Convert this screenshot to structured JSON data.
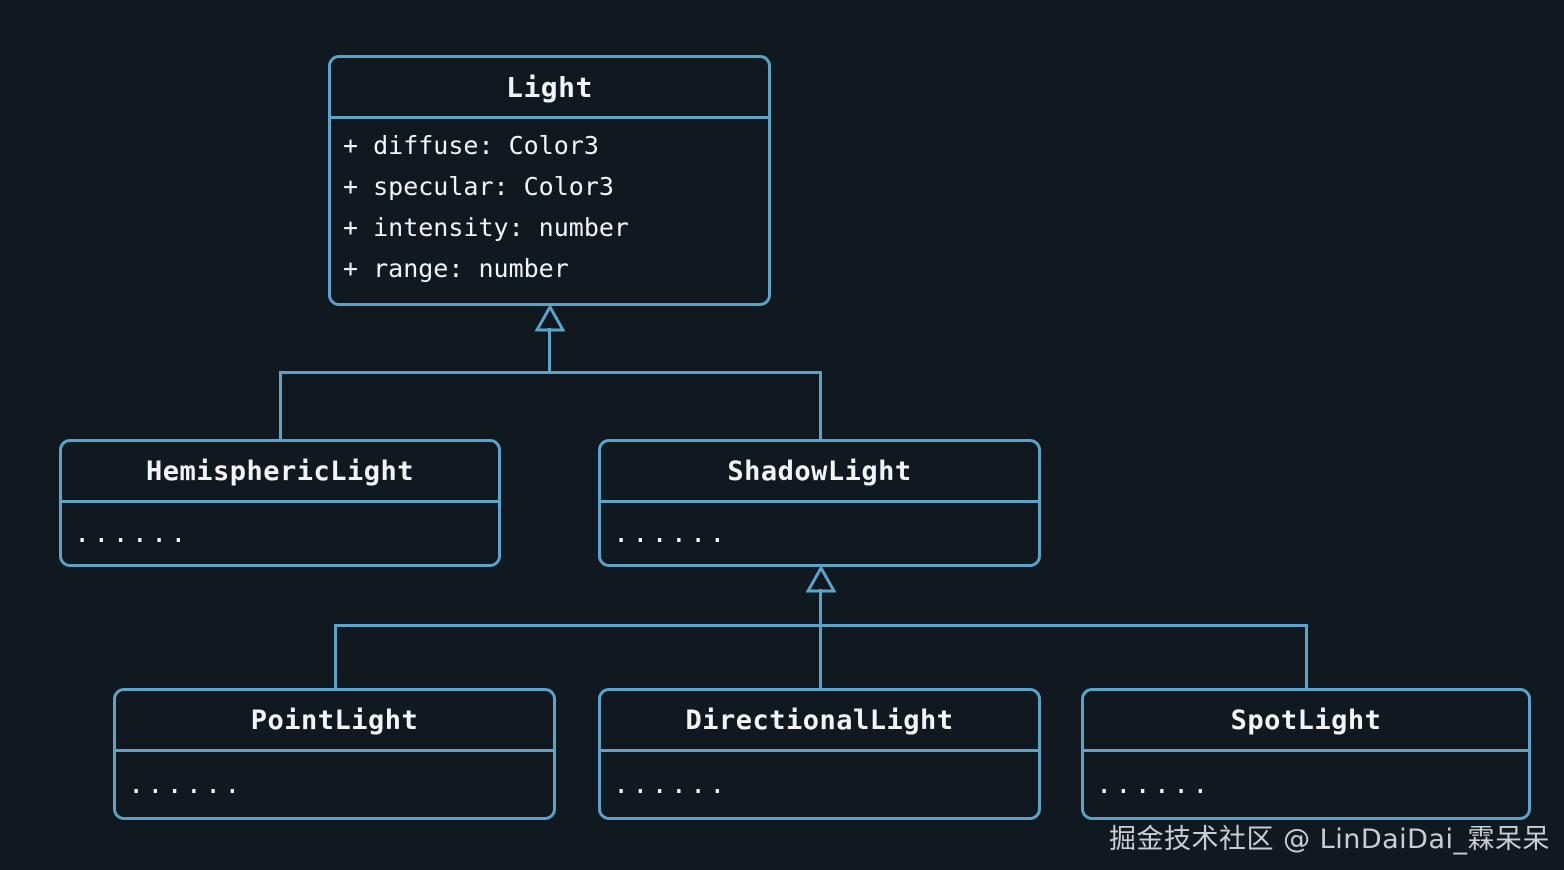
{
  "diagram": {
    "title_class": "Light",
    "type": "uml-class-diagram",
    "background_color": "#101820",
    "border_color": "#5ba3c9",
    "text_color": "#f2f4f6",
    "ellipsis": "......"
  },
  "classes": {
    "light": {
      "name": "Light",
      "attributes": [
        "+ diffuse: Color3",
        "+ specular: Color3",
        "+ intensity: number",
        "+ range: number"
      ]
    },
    "hemispheric": {
      "name": "HemisphericLight",
      "attributes": [
        "......"
      ]
    },
    "shadow": {
      "name": "ShadowLight",
      "attributes": [
        "......"
      ]
    },
    "point": {
      "name": "PointLight",
      "attributes": [
        "......"
      ]
    },
    "directional": {
      "name": "DirectionalLight",
      "attributes": [
        "......"
      ]
    },
    "spot": {
      "name": "SpotLight",
      "attributes": [
        "......"
      ]
    }
  },
  "relations": [
    {
      "from": "HemisphericLight",
      "to": "Light",
      "kind": "generalization"
    },
    {
      "from": "ShadowLight",
      "to": "Light",
      "kind": "generalization"
    },
    {
      "from": "PointLight",
      "to": "ShadowLight",
      "kind": "generalization"
    },
    {
      "from": "DirectionalLight",
      "to": "ShadowLight",
      "kind": "generalization"
    },
    {
      "from": "SpotLight",
      "to": "ShadowLight",
      "kind": "generalization"
    }
  ],
  "watermark": {
    "text": "掘金技术社区 @ LinDaiDai_霖呆呆"
  }
}
